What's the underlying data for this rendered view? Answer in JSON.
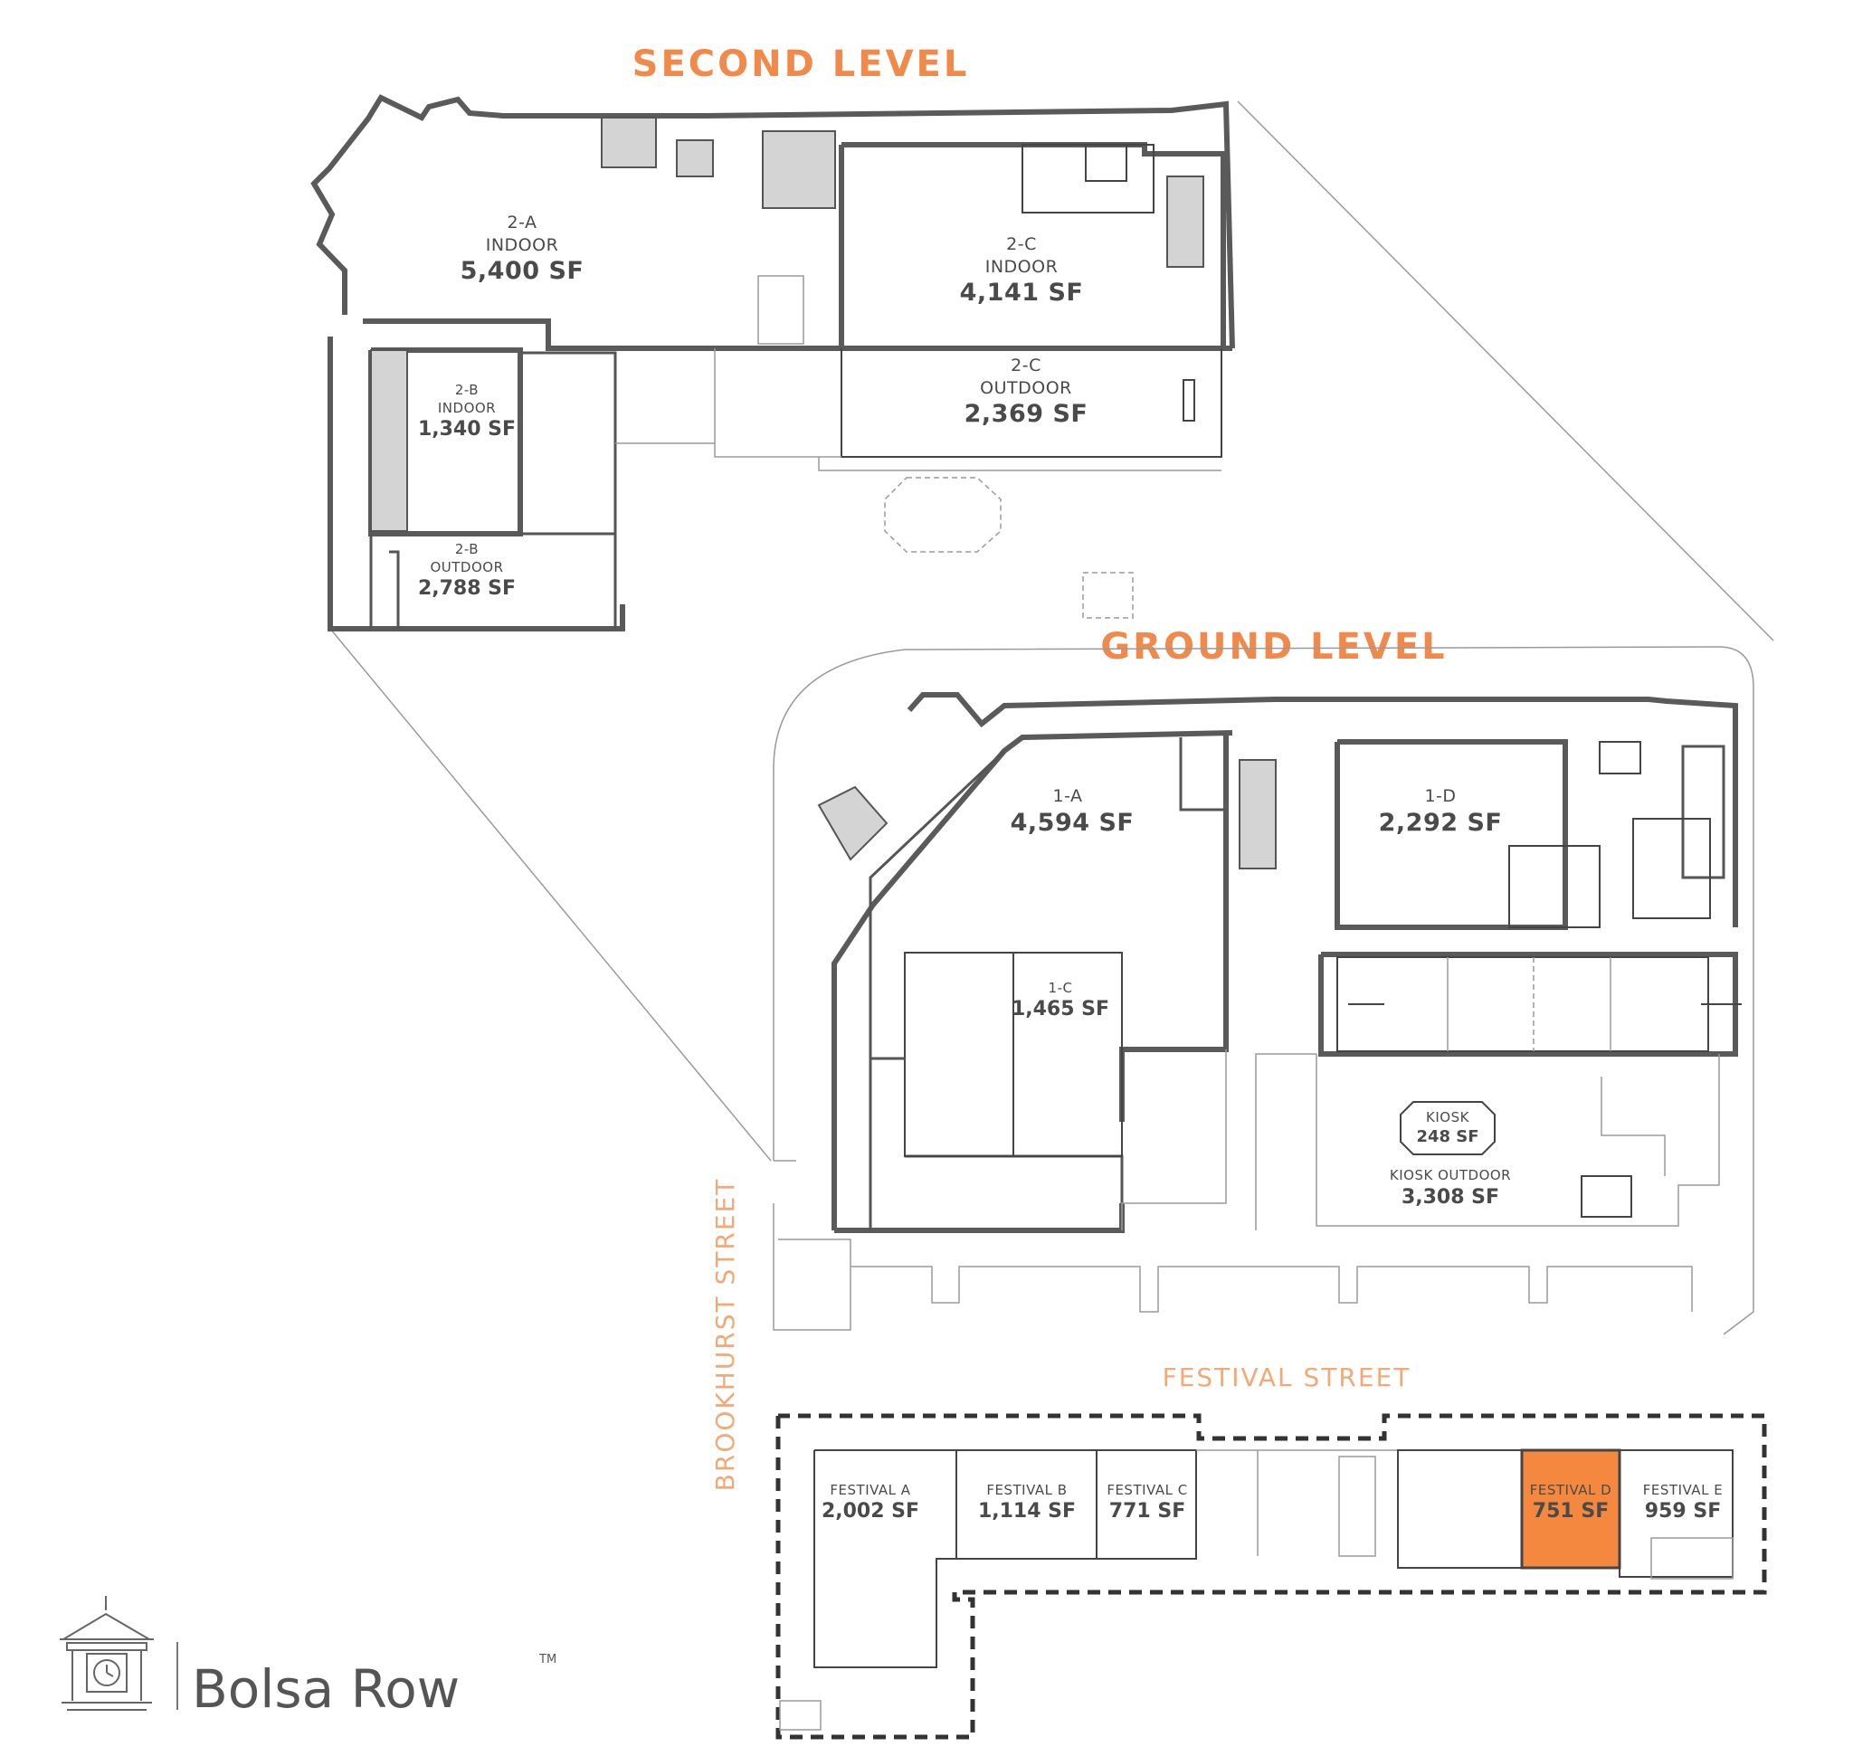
{
  "headings": {
    "second_level": "SECOND LEVEL",
    "ground_level": "GROUND LEVEL"
  },
  "streets": {
    "festival": "FESTIVAL STREET",
    "brookhurst": "BROOKHURST STREET"
  },
  "units": {
    "u2a": {
      "id": "2-A",
      "type": "INDOOR",
      "area": "5,400 SF"
    },
    "u2c_in": {
      "id": "2-C",
      "type": "INDOOR",
      "area": "4,141 SF"
    },
    "u2c_out": {
      "id": "2-C",
      "type": "OUTDOOR",
      "area": "2,369 SF"
    },
    "u2b_in": {
      "id": "2-B",
      "type": "INDOOR",
      "area": "1,340 SF"
    },
    "u2b_out": {
      "id": "2-B",
      "type": "OUTDOOR",
      "area": "2,788 SF"
    },
    "u1a": {
      "id": "1-A",
      "area": "4,594 SF"
    },
    "u1d": {
      "id": "1-D",
      "area": "2,292 SF"
    },
    "u1c": {
      "id": "1-C",
      "area": "1,465 SF"
    },
    "kiosk": {
      "id": "KIOSK",
      "area": "248 SF"
    },
    "kiosk_out": {
      "id": "KIOSK OUTDOOR",
      "area": "3,308 SF"
    },
    "fa": {
      "id": "FESTIVAL A",
      "area": "2,002 SF"
    },
    "fb": {
      "id": "FESTIVAL B",
      "area": "1,114 SF"
    },
    "fc": {
      "id": "FESTIVAL C",
      "area": "771 SF"
    },
    "fd": {
      "id": "FESTIVAL D",
      "area": "751 SF"
    },
    "fe": {
      "id": "FESTIVAL E",
      "area": "959 SF"
    }
  },
  "brand": {
    "name": "Bolsa Row",
    "tm": "TM",
    "logo_icon": "clock-tower-icon"
  },
  "colors": {
    "heading": "#f0894a",
    "street": "#f2a978",
    "highlight": "#f5883f",
    "wall": "#5a5a5a"
  }
}
